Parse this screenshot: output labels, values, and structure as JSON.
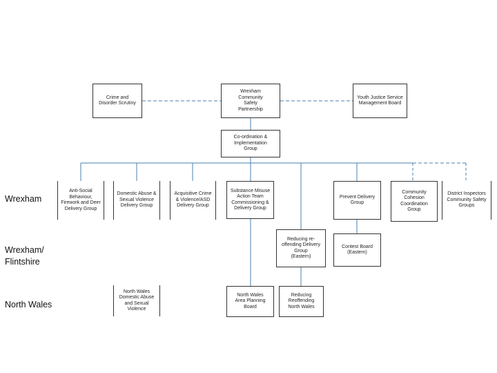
{
  "row_labels": {
    "wrexham": "Wrexham",
    "wrexham_flintshire": "Wrexham/\nFlintshire",
    "north_wales": "North Wales"
  },
  "boxes": {
    "crime_scrutiny": "Crime and\nDisorder Scrutiny",
    "csp": "Wrexham\nCommunity\nSafety\nPartnership",
    "yjs": "Youth Justice Service\nManagement Board",
    "coordination": "Co-ordination &\nImplementation\nGroup",
    "asb": "Anti-Social\nBehaviour,\nFirework and Deer\nDelivery Group",
    "domestic_abuse": "Domestic Abuse &\nSexual Violence\nDelivery Group",
    "acquisitive": "Acquisitive Crime\n& Violence/ASD\nDelivery Group",
    "substance": "Substance Misuse\nAction Team\nCommissioning &\nDelivery Group",
    "prevent": "Prevent Delivery\nGroup",
    "cohesion": "Community\nCohesion\nCoordination\nGroup",
    "district_inspectors": "District Inspectors\nCommunity Safety\nGroups",
    "reducing_eastern": "Reducing re-\noffending Delivery\nGroup\n(Eastern)",
    "contest": "Contest Board\n(Eastern)",
    "nw_domestic": "North Wales\nDomestic Abuse\nand Sexual\nViolence",
    "nw_planning": "North Wales\nArea Planning\nBoard",
    "nw_reoffending": "Reducing\nReoffending\nNorth Wales"
  },
  "colors": {
    "connector": "#4a7fb0",
    "dashed": "#4a7fb0",
    "border": "#333333"
  }
}
